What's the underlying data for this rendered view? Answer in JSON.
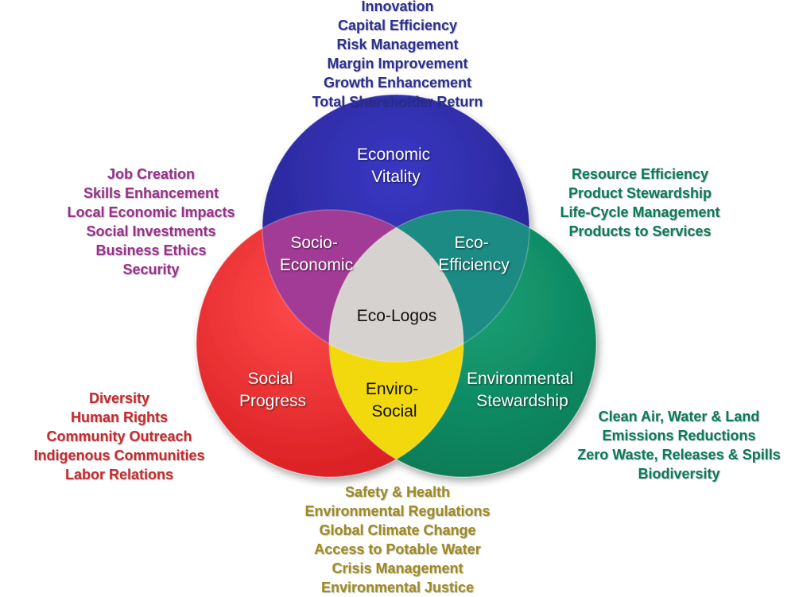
{
  "colors": {
    "economic": "#2f2aa3",
    "social": "#e8242a",
    "environmental": "#0e8a64",
    "socio_economic": "#a23a95",
    "eco_efficiency": "#1b8b83",
    "enviro_social": "#f2d90c",
    "center": "#d6d2cf",
    "economic_text": "#2b2f8f",
    "social_text": "#c72a2e",
    "socio_text": "#9a2f8c",
    "env_text": "#0b7a5a",
    "enviro_social_text": "#9f8a1f"
  },
  "circles": {
    "economic": {
      "line1": "Economic",
      "line2": "Vitality"
    },
    "social": {
      "line1": "Social",
      "line2": "Progress"
    },
    "environmental": {
      "line1": "Environmental",
      "line2": "Stewardship"
    },
    "socio_economic": {
      "line1": "Socio-",
      "line2": "Economic"
    },
    "eco_efficiency": {
      "line1": "Eco-",
      "line2": "Efficiency"
    },
    "enviro_social": {
      "line1": "Enviro-",
      "line2": "Social"
    },
    "center": {
      "label": "Eco-Logos"
    }
  },
  "lists": {
    "economic": [
      "Innovation",
      "Capital Efficiency",
      "Risk Management",
      "Margin Improvement",
      "Growth Enhancement",
      "Total Shareholder Return"
    ],
    "socio_economic": [
      "Job Creation",
      "Skills Enhancement",
      "Local Economic Impacts",
      "Social Investments",
      "Business Ethics",
      "Security"
    ],
    "eco_efficiency": [
      "Resource Efficiency",
      "Product Stewardship",
      "Life-Cycle Management",
      "Products to Services"
    ],
    "social": [
      "Diversity",
      "Human Rights",
      "Community Outreach",
      "Indigenous Communities",
      "Labor Relations"
    ],
    "environmental": [
      "Clean Air, Water & Land",
      "Emissions Reductions",
      "Zero Waste, Releases & Spills",
      "Biodiversity"
    ],
    "enviro_social": [
      "Safety & Health",
      "Environmental Regulations",
      "Global Climate Change",
      "Access to Potable Water",
      "Crisis Management",
      "Environmental Justice"
    ]
  }
}
